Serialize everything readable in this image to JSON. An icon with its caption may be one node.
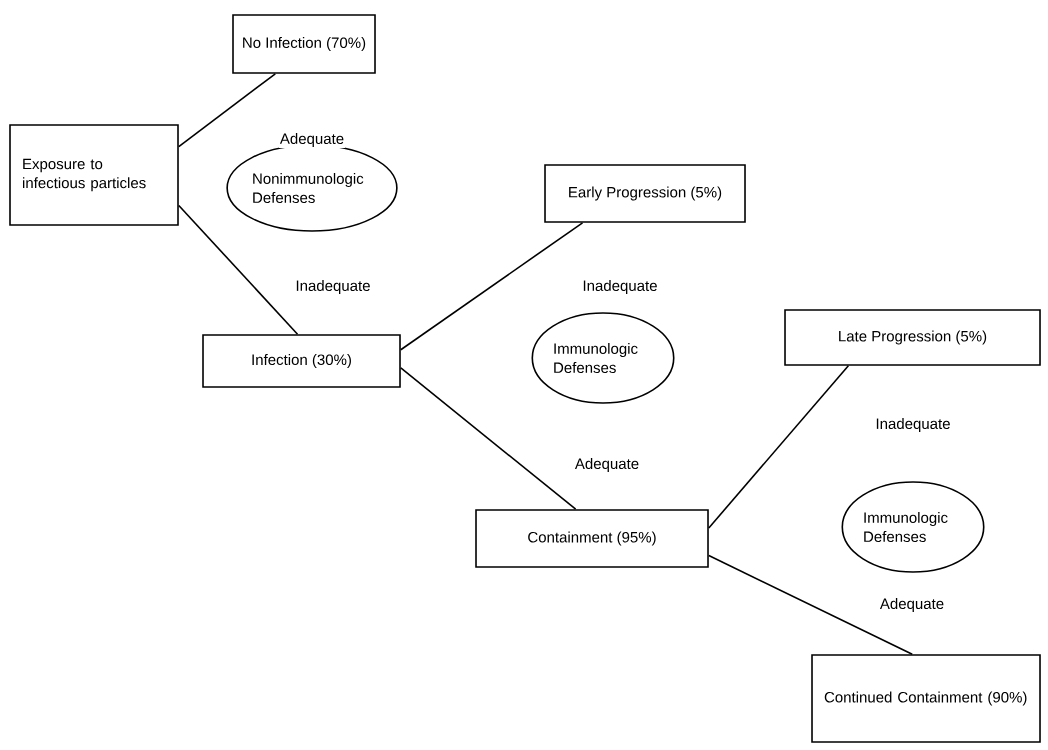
{
  "diagram": {
    "nodes": [
      {
        "text": [
          "Exposure to infectious particles"
        ]
      },
      {
        "text": [
          "No Infection (70%)"
        ]
      },
      {
        "text": [
          "Nonimmunologic Defenses"
        ]
      },
      {
        "text": [
          "Infection (30%)"
        ]
      },
      {
        "text": [
          "Early Progression (5%)"
        ]
      },
      {
        "text": [
          "Immunologic Defenses"
        ]
      },
      {
        "text": [
          "Containment (95%)"
        ]
      },
      {
        "text": [
          "Late Progression (5%)"
        ]
      },
      {
        "text": [
          "Immunologic Defenses"
        ]
      },
      {
        "text": [
          "Continued Containment (90%)"
        ]
      }
    ],
    "edges": [
      {
        "from": 0,
        "to": 1,
        "arrow": "none",
        "label": "Adequate"
      },
      {
        "from": 0,
        "to": 3,
        "arrow": "none",
        "label": "Inadequate"
      },
      {
        "from": 3,
        "to": 4,
        "arrow": "none",
        "label": "Inadequate"
      },
      {
        "from": 3,
        "to": 6,
        "arrow": "none",
        "label": "Adequate"
      },
      {
        "from": 6,
        "to": 7,
        "arrow": "none",
        "label": "Inadequate"
      },
      {
        "from": 6,
        "to": 9,
        "arrow": "none",
        "label": "Adequate"
      }
    ]
  }
}
